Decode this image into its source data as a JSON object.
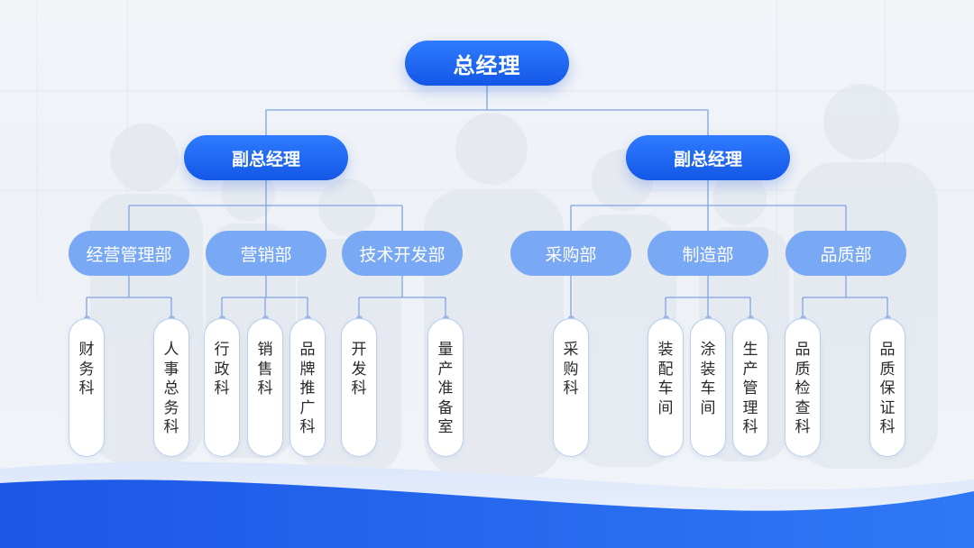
{
  "chart_data": {
    "type": "org-chart",
    "root": "总经理",
    "deputies": [
      {
        "title": "副总经理",
        "departments": [
          {
            "name": "经营管理部",
            "sections": [
              "财务科",
              "人事总务科"
            ]
          },
          {
            "name": "营销部",
            "sections": [
              "行政科",
              "销售科",
              "品牌推广科"
            ]
          },
          {
            "name": "技术开发部",
            "sections": [
              "开发科",
              "量产准备室"
            ]
          }
        ]
      },
      {
        "title": "副总经理",
        "departments": [
          {
            "name": "采购部",
            "sections": [
              "采购科"
            ]
          },
          {
            "name": "制造部",
            "sections": [
              "装配车间",
              "涂装车间",
              "生产管理科"
            ]
          },
          {
            "name": "品质部",
            "sections": [
              "品质检查科",
              "品质保证科"
            ]
          }
        ]
      }
    ]
  },
  "colors": {
    "primary": "#1f66f0",
    "department": "#79a8f5",
    "connector": "#7fa3e3",
    "section_border": "#b9cef0",
    "wave": "#1f5fe8"
  }
}
